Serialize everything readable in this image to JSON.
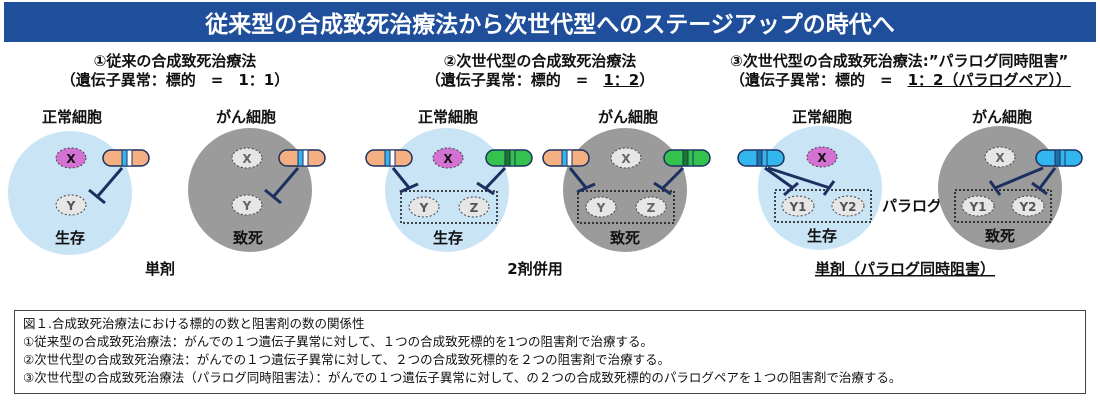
{
  "banner": "従来型の合成致死治療法から次世代型へのステージアップの時代へ",
  "sections": [
    {
      "heading1": "①従来の合成致死治療法",
      "heading2_pre": "（遺伝子異常：標的　=　",
      "heading2_ratio": "1：1",
      "heading2_post": "）",
      "normal_label": "正常細胞",
      "cancer_label": "がん細胞",
      "normal_outcome": "生存",
      "cancer_outcome": "致死",
      "mode": "単剤"
    },
    {
      "heading1": "②次世代型の合成致死治療法",
      "heading2_pre": "（遺伝子異常：標的　=　",
      "heading2_ratio": "1：2",
      "heading2_post": "）",
      "normal_label": "正常細胞",
      "cancer_label": "がん細胞",
      "normal_outcome": "生存",
      "cancer_outcome": "致死",
      "mode": "2剤併用"
    },
    {
      "heading1": "③次世代型の合成致死治療法:”パラログ同時阻害”",
      "heading2_pre": "（遺伝子異常：標的　=　",
      "heading2_ratio": "1：2（パラログペア））",
      "heading2_post": "",
      "normal_label": "正常細胞",
      "cancer_label": "がん細胞",
      "normal_outcome": "生存",
      "cancer_outcome": "致死",
      "mode": "単剤（パラログ同時阻害）",
      "paralog_label": "パラログ"
    }
  ],
  "gene_labels": {
    "x": "X",
    "y": "Y",
    "z": "Z",
    "y1": "Y1",
    "y2": "Y2"
  },
  "colors": {
    "banner": "#1f4e9a",
    "normal_cell": "#c8e4f5",
    "cancer_cell": "#9b9b9b",
    "gene_x": "#d472d4",
    "inactive_gene": "#e6e6e6",
    "drug_orange": "#f4b083",
    "drug_green": "#33c24d",
    "drug_blue": "#33b6ee",
    "inhibit_line": "#1c3060"
  },
  "caption": {
    "title": "図１.合成致死治療法における標的の数と阻害剤の数の関係性",
    "line1": "①従来型の合成致死治療法：がんでの１つ遺伝子異常に対して、１つの合成致死標的を1つの阻害剤で治療する。",
    "line2": "②次世代型の合成致死治療法：がんでの１つ遺伝子異常に対して、２つの合成致死標的を２つの阻害剤で治療する。",
    "line3": "③次世代型の合成致死治療法（パラログ同時阻害法）：がんでの１つ遺伝子異常に対して、の２つの合成致死標的のパラログペアを１つの阻害剤で治療する。"
  }
}
